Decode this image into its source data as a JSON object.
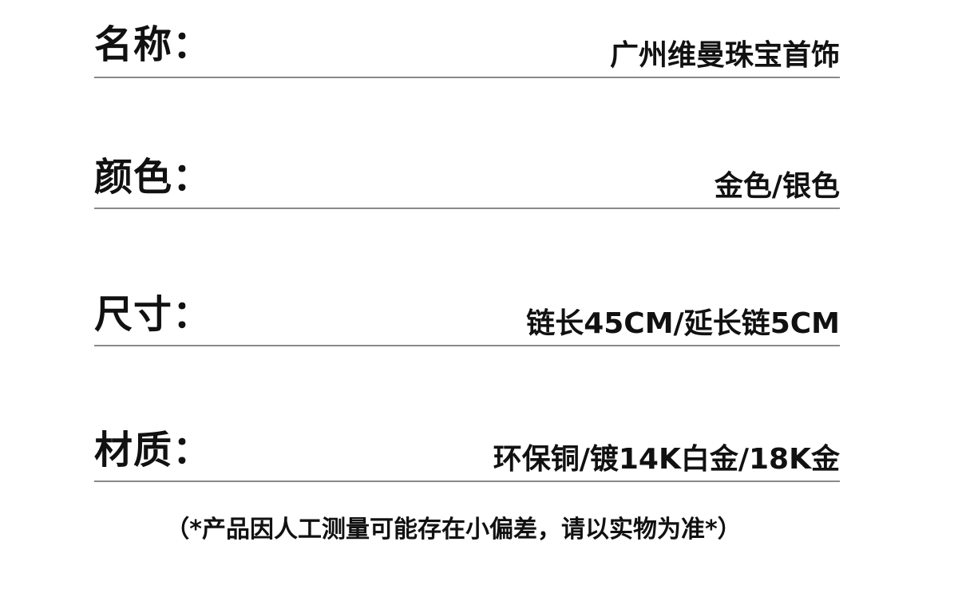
{
  "specs": {
    "name": {
      "label": "名称：",
      "value": "广州维曼珠宝首饰"
    },
    "color": {
      "label": "颜色：",
      "value": "金色/银色"
    },
    "size": {
      "label": "尺寸：",
      "value": "链长45CM/延长链5CM"
    },
    "material": {
      "label": "材质：",
      "value": "环保铜/镀14K白金/18K金"
    }
  },
  "footnote": "（*产品因人工测量可能存在小偏差，请以实物为准*）"
}
